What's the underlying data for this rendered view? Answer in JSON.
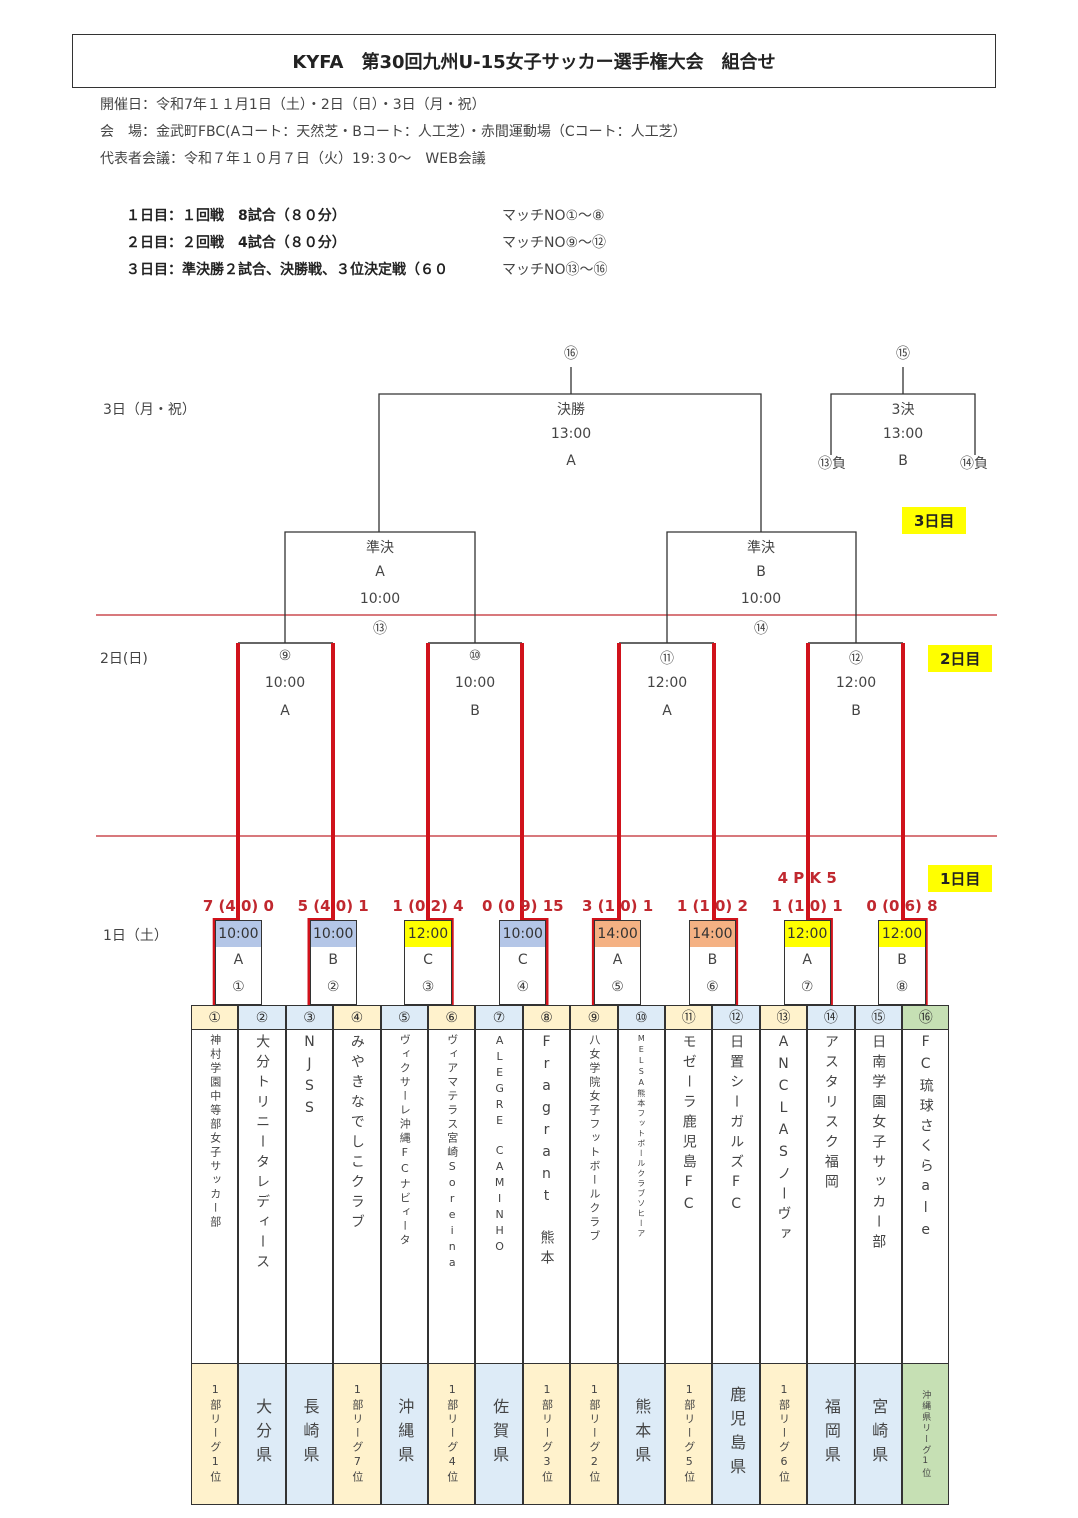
{
  "header": {
    "title": "KYFA　第30回九州U-15女子サッカー選手権大会　組合せ",
    "dates": "開催日：令和7年１１月1日（土）・2日（日）・3日（月・祝）",
    "venue": "会　場：金武町FBC(Aコート：天然芝・Bコート：人工芝）・赤間運動場（Cコート：人工芝）",
    "meeting": "代表者会議：令和７年１０月７日（火）19:３0～　WEB会議"
  },
  "schedule": [
    {
      "left": "１日目：１回戦　8試合（８０分）",
      "right": "マッチNO①～⑧"
    },
    {
      "left": "２日目：２回戦　4試合（８０分）",
      "right": "マッチNO⑨～⑫"
    },
    {
      "left": "３日目：準決勝２試合、決勝戦、３位決定戦（６０",
      "right": "マッチNO⑬～⑯"
    }
  ],
  "day_labels": {
    "day3": "3日（月・祝）",
    "day2": "2日(日)",
    "day1": "1日（土）"
  },
  "day_tags": {
    "day3": "3日目",
    "day2": "2日目",
    "day1": "1日目"
  },
  "final": {
    "num": "⑯",
    "name": "決勝",
    "time": "13:00",
    "court": "A"
  },
  "third_place": {
    "num": "⑮",
    "name": "3決",
    "time": "13:00",
    "court": "B",
    "left": "⑬負",
    "right": "⑭負"
  },
  "semis": [
    {
      "name": "準決",
      "court": "A",
      "time": "10:00",
      "num": "⑬"
    },
    {
      "name": "準決",
      "court": "B",
      "time": "10:00",
      "num": "⑭"
    }
  ],
  "round2": [
    {
      "num": "⑨",
      "time": "10:00",
      "court": "A"
    },
    {
      "num": "⑩",
      "time": "10:00",
      "court": "B"
    },
    {
      "num": "⑪",
      "time": "12:00",
      "court": "A"
    },
    {
      "num": "⑫",
      "time": "12:00",
      "court": "B"
    }
  ],
  "round1": [
    {
      "num": "①",
      "time": "10:00",
      "court": "A",
      "score": "7 (4  0) 0",
      "time_color": "#b4c6e7"
    },
    {
      "num": "②",
      "time": "10:00",
      "court": "B",
      "score": "5 (4  0) 1",
      "time_color": "#b4c6e7"
    },
    {
      "num": "③",
      "time": "12:00",
      "court": "C",
      "score": "1 (0  2) 4",
      "time_color": "#ffff00"
    },
    {
      "num": "④",
      "time": "10:00",
      "court": "C",
      "score": "0 (0  9) 15",
      "time_color": "#b4c6e7"
    },
    {
      "num": "⑤",
      "time": "14:00",
      "court": "A",
      "score": "3 (1  0) 1",
      "time_color": "#f4b183"
    },
    {
      "num": "⑥",
      "time": "14:00",
      "court": "B",
      "score": "1 (1  0) 2",
      "time_color": "#f4b183"
    },
    {
      "num": "⑦",
      "time": "12:00",
      "court": "A",
      "score": "1 (1  0) 1",
      "pk": "4  P K  5",
      "time_color": "#ffff00"
    },
    {
      "num": "⑧",
      "time": "12:00",
      "court": "B",
      "score": "0 (0  6) 8",
      "time_color": "#ffff00"
    }
  ],
  "teams": [
    {
      "num": "①",
      "name": "神村学園中等部女子サッカー部",
      "pref": "1部リーグ1位",
      "kind": "league",
      "color": "#fff2cc"
    },
    {
      "num": "②",
      "name": "大分トリニータレディース",
      "pref": "大分県",
      "kind": "pref",
      "color": "#ddebf7"
    },
    {
      "num": "③",
      "name": "NJSS",
      "pref": "長崎県",
      "kind": "pref",
      "color": "#ddebf7"
    },
    {
      "num": "④",
      "name": "みやきなでしこクラブ",
      "pref": "1部リーグ7位",
      "kind": "league",
      "color": "#fff2cc"
    },
    {
      "num": "⑤",
      "name": "ヴィクサーレ沖縄FCナビィータ",
      "pref": "沖縄県",
      "kind": "pref",
      "color": "#ddebf7"
    },
    {
      "num": "⑥",
      "name": "ヴィアマテラス宮崎Soreina",
      "pref": "1部リーグ4位",
      "kind": "league",
      "color": "#fff2cc"
    },
    {
      "num": "⑦",
      "name": "ALEGRE　CAMINHO",
      "pref": "佐賀県",
      "kind": "pref",
      "color": "#ddebf7"
    },
    {
      "num": "⑧",
      "name": "Fragrant　熊本",
      "pref": "1部リーグ3位",
      "kind": "league",
      "color": "#fff2cc"
    },
    {
      "num": "⑨",
      "name": "八女学院女子フットボールクラブ",
      "pref": "1部リーグ2位",
      "kind": "league",
      "color": "#fff2cc"
    },
    {
      "num": "⑩",
      "name": "MELSA熊本フットボールクラブソヒーア",
      "pref": "熊本県",
      "kind": "pref",
      "color": "#ddebf7"
    },
    {
      "num": "⑪",
      "name": "モゼーラ鹿児島FC",
      "pref": "1部リーグ5位",
      "kind": "league",
      "color": "#fff2cc"
    },
    {
      "num": "⑫",
      "name": "日置シーガルズFC",
      "pref": "鹿児島県",
      "kind": "pref",
      "color": "#ddebf7"
    },
    {
      "num": "⑬",
      "name": "ANCLASノーヴァ",
      "pref": "1部リーグ6位",
      "kind": "league",
      "color": "#fff2cc"
    },
    {
      "num": "⑭",
      "name": "アスタリスク福岡",
      "pref": "福岡県",
      "kind": "pref",
      "color": "#ddebf7"
    },
    {
      "num": "⑮",
      "name": "日南学園女子サッカー部",
      "pref": "宮崎県",
      "kind": "pref",
      "color": "#ddebf7"
    },
    {
      "num": "⑯",
      "name": "FC琉球さくらale",
      "pref": "沖縄県リーグ1位",
      "kind": "tinyl",
      "color": "#c6e0b4"
    }
  ],
  "colors": {
    "winner_line": "#d0121b",
    "day_divider": "#c0282f",
    "tag_bg": "#ffff00"
  }
}
